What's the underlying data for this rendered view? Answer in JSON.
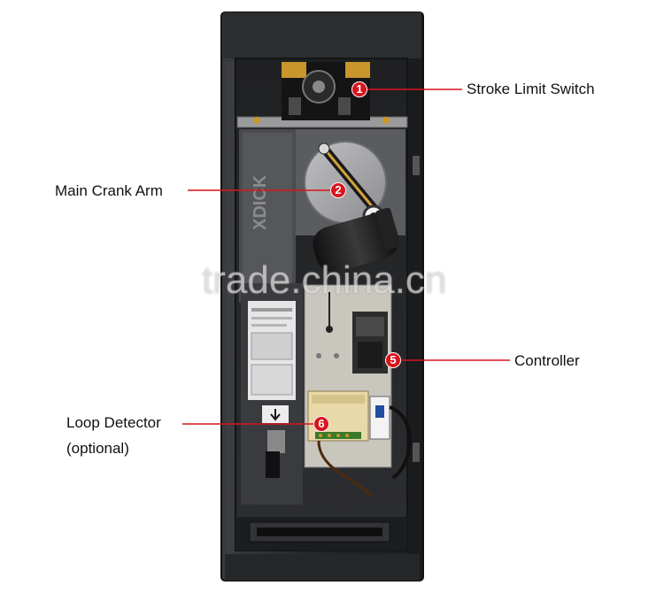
{
  "callouts": [
    {
      "number": "1",
      "label": "Stroke Limit Switch"
    },
    {
      "number": "2",
      "label": "Main Crank Arm"
    },
    {
      "number": "5",
      "label": "Controller"
    },
    {
      "number": "6",
      "label": "Loop Detector",
      "sublabel": "(optional)"
    }
  ],
  "product_print": {
    "brand_text": "XDICK"
  },
  "watermark": {
    "text": "trade.china.cn"
  },
  "colors": {
    "marker": "#d8141c",
    "cabinet": "#2a2b2d",
    "leader": "#d8141c"
  }
}
